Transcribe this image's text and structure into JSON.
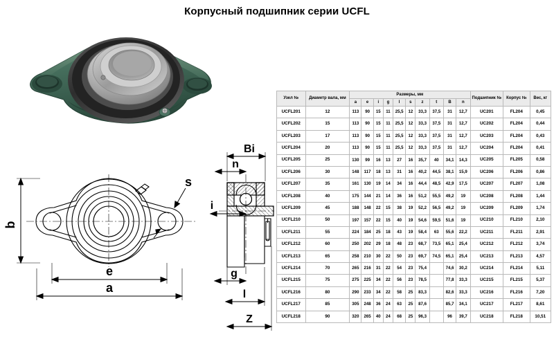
{
  "page": {
    "title": "Корпусный подшипник серии UCFL"
  },
  "photo": {
    "alt_name": "flange-bearing-photo",
    "body_color": "#3f6b5a",
    "body_color_light": "#5f8a76",
    "body_color_dark": "#2c4c40",
    "metal_color": "#b8b8b8",
    "metal_dark": "#6e6e6e",
    "inner_dark": "#3a3a3a"
  },
  "front_view": {
    "labels": {
      "b": "b",
      "e": "e",
      "a": "a",
      "s": "s"
    }
  },
  "side_view": {
    "labels": {
      "Bi": "Bi",
      "n": "n",
      "i": "i",
      "g": "g",
      "l": "l",
      "Z": "Z"
    }
  },
  "table": {
    "headers": {
      "unit": "Узел №",
      "shaft_diameter": "Диаметр вала, мм",
      "dimensions_group": "Размеры, мм",
      "dimension_cols": [
        "a",
        "e",
        "i",
        "g",
        "l",
        "s",
        "z",
        "t",
        "B",
        "n"
      ],
      "bearing": "Подшипник №",
      "housing": "Корпус №",
      "weight": "Вес, кг"
    },
    "rows": [
      {
        "unit": "UCFL201",
        "d": "12",
        "a": "113",
        "e": "90",
        "i": "15",
        "g": "11",
        "l": "25,5",
        "s": "12",
        "z": "33,3",
        "t": "37,5",
        "B": "31",
        "n": "12,7",
        "bearing": "UC201",
        "housing": "FL204",
        "weight": "0,45"
      },
      {
        "unit": "UCFL202",
        "d": "15",
        "a": "113",
        "e": "90",
        "i": "15",
        "g": "11",
        "l": "25,5",
        "s": "12",
        "z": "33,3",
        "t": "37,5",
        "B": "31",
        "n": "12,7",
        "bearing": "UC202",
        "housing": "FL204",
        "weight": "0,44"
      },
      {
        "unit": "UCFL203",
        "d": "17",
        "a": "113",
        "e": "90",
        "i": "15",
        "g": "11",
        "l": "25,5",
        "s": "12",
        "z": "33,3",
        "t": "37,5",
        "B": "31",
        "n": "12,7",
        "bearing": "UC203",
        "housing": "FL204",
        "weight": "0,43"
      },
      {
        "unit": "UCFL204",
        "d": "20",
        "a": "113",
        "e": "90",
        "i": "15",
        "g": "11",
        "l": "25,5",
        "s": "12",
        "z": "33,3",
        "t": "37,5",
        "B": "31",
        "n": "12,7",
        "bearing": "UC204",
        "housing": "FL204",
        "weight": "0,41"
      },
      {
        "unit": "UCFL205",
        "d": "25",
        "a": "130",
        "e": "99",
        "i": "16",
        "g": "13",
        "l": "27",
        "s": "16",
        "z": "35,7",
        "t": "40",
        "B": "34,1",
        "n": "14,3",
        "bearing": "UC205",
        "housing": "FL205",
        "weight": "0,58"
      },
      {
        "unit": "UCFL206",
        "d": "30",
        "a": "148",
        "e": "117",
        "i": "18",
        "g": "13",
        "l": "31",
        "s": "16",
        "z": "40,2",
        "t": "44,5",
        "B": "38,1",
        "n": "15,9",
        "bearing": "UC206",
        "housing": "FL206",
        "weight": "0,86"
      },
      {
        "unit": "UCFL207",
        "d": "35",
        "a": "161",
        "e": "130",
        "i": "19",
        "g": "14",
        "l": "34",
        "s": "16",
        "z": "44,4",
        "t": "48,5",
        "B": "42,9",
        "n": "17,5",
        "bearing": "UC207",
        "housing": "FL207",
        "weight": "1,08"
      },
      {
        "unit": "UCFL208",
        "d": "40",
        "a": "175",
        "e": "144",
        "i": "21",
        "g": "14",
        "l": "36",
        "s": "16",
        "z": "51,2",
        "t": "55,5",
        "B": "49,2",
        "n": "19",
        "bearing": "UC208",
        "housing": "FL208",
        "weight": "1,44"
      },
      {
        "unit": "UCFL209",
        "d": "45",
        "a": "188",
        "e": "148",
        "i": "22",
        "g": "15",
        "l": "38",
        "s": "19",
        "z": "52,2",
        "t": "56,5",
        "B": "49,2",
        "n": "19",
        "bearing": "UC209",
        "housing": "FL209",
        "weight": "1,74"
      },
      {
        "unit": "UCFL210",
        "d": "50",
        "a": "197",
        "e": "157",
        "i": "22",
        "g": "15",
        "l": "40",
        "s": "19",
        "z": "54,6",
        "t": "59,5",
        "B": "51,6",
        "n": "19",
        "bearing": "UC210",
        "housing": "FL210",
        "weight": "2,10"
      },
      {
        "unit": "UCFL211",
        "d": "55",
        "a": "224",
        "e": "184",
        "i": "25",
        "g": "18",
        "l": "43",
        "s": "19",
        "z": "58,4",
        "t": "63",
        "B": "55,6",
        "n": "22,2",
        "bearing": "UC211",
        "housing": "FL211",
        "weight": "2,91"
      },
      {
        "unit": "UCFL212",
        "d": "60",
        "a": "250",
        "e": "202",
        "i": "29",
        "g": "18",
        "l": "48",
        "s": "23",
        "z": "68,7",
        "t": "73,5",
        "B": "65,1",
        "n": "25,4",
        "bearing": "UC212",
        "housing": "FL212",
        "weight": "3,74"
      },
      {
        "unit": "UCFL213",
        "d": "65",
        "a": "258",
        "e": "210",
        "i": "30",
        "g": "22",
        "l": "50",
        "s": "23",
        "z": "69,7",
        "t": "74,5",
        "B": "65,1",
        "n": "25,4",
        "bearing": "UC213",
        "housing": "FL213",
        "weight": "4,57"
      },
      {
        "unit": "UCFL214",
        "d": "70",
        "a": "265",
        "e": "216",
        "i": "31",
        "g": "22",
        "l": "54",
        "s": "23",
        "z": "75,4",
        "t": "",
        "B": "74,6",
        "n": "30,2",
        "bearing": "UC214",
        "housing": "FL214",
        "weight": "5,11"
      },
      {
        "unit": "UCFL215",
        "d": "75",
        "a": "275",
        "e": "225",
        "i": "34",
        "g": "22",
        "l": "56",
        "s": "23",
        "z": "78,5",
        "t": "",
        "B": "77,8",
        "n": "33,3",
        "bearing": "UC215",
        "housing": "FL215",
        "weight": "5,37"
      },
      {
        "unit": "UCFL216",
        "d": "80",
        "a": "290",
        "e": "233",
        "i": "34",
        "g": "22",
        "l": "58",
        "s": "25",
        "z": "83,3",
        "t": "",
        "B": "82,6",
        "n": "33,3",
        "bearing": "UC216",
        "housing": "FL216",
        "weight": "7,20"
      },
      {
        "unit": "UCFL217",
        "d": "85",
        "a": "305",
        "e": "248",
        "i": "36",
        "g": "24",
        "l": "63",
        "s": "25",
        "z": "87,6",
        "t": "",
        "B": "85,7",
        "n": "34,1",
        "bearing": "UC217",
        "housing": "FL217",
        "weight": "8,61"
      },
      {
        "unit": "UCFL218",
        "d": "90",
        "a": "320",
        "e": "265",
        "i": "40",
        "g": "24",
        "l": "68",
        "s": "25",
        "z": "96,3",
        "t": "",
        "B": "96",
        "n": "39,7",
        "bearing": "UC218",
        "housing": "FL218",
        "weight": "10,51"
      }
    ]
  }
}
